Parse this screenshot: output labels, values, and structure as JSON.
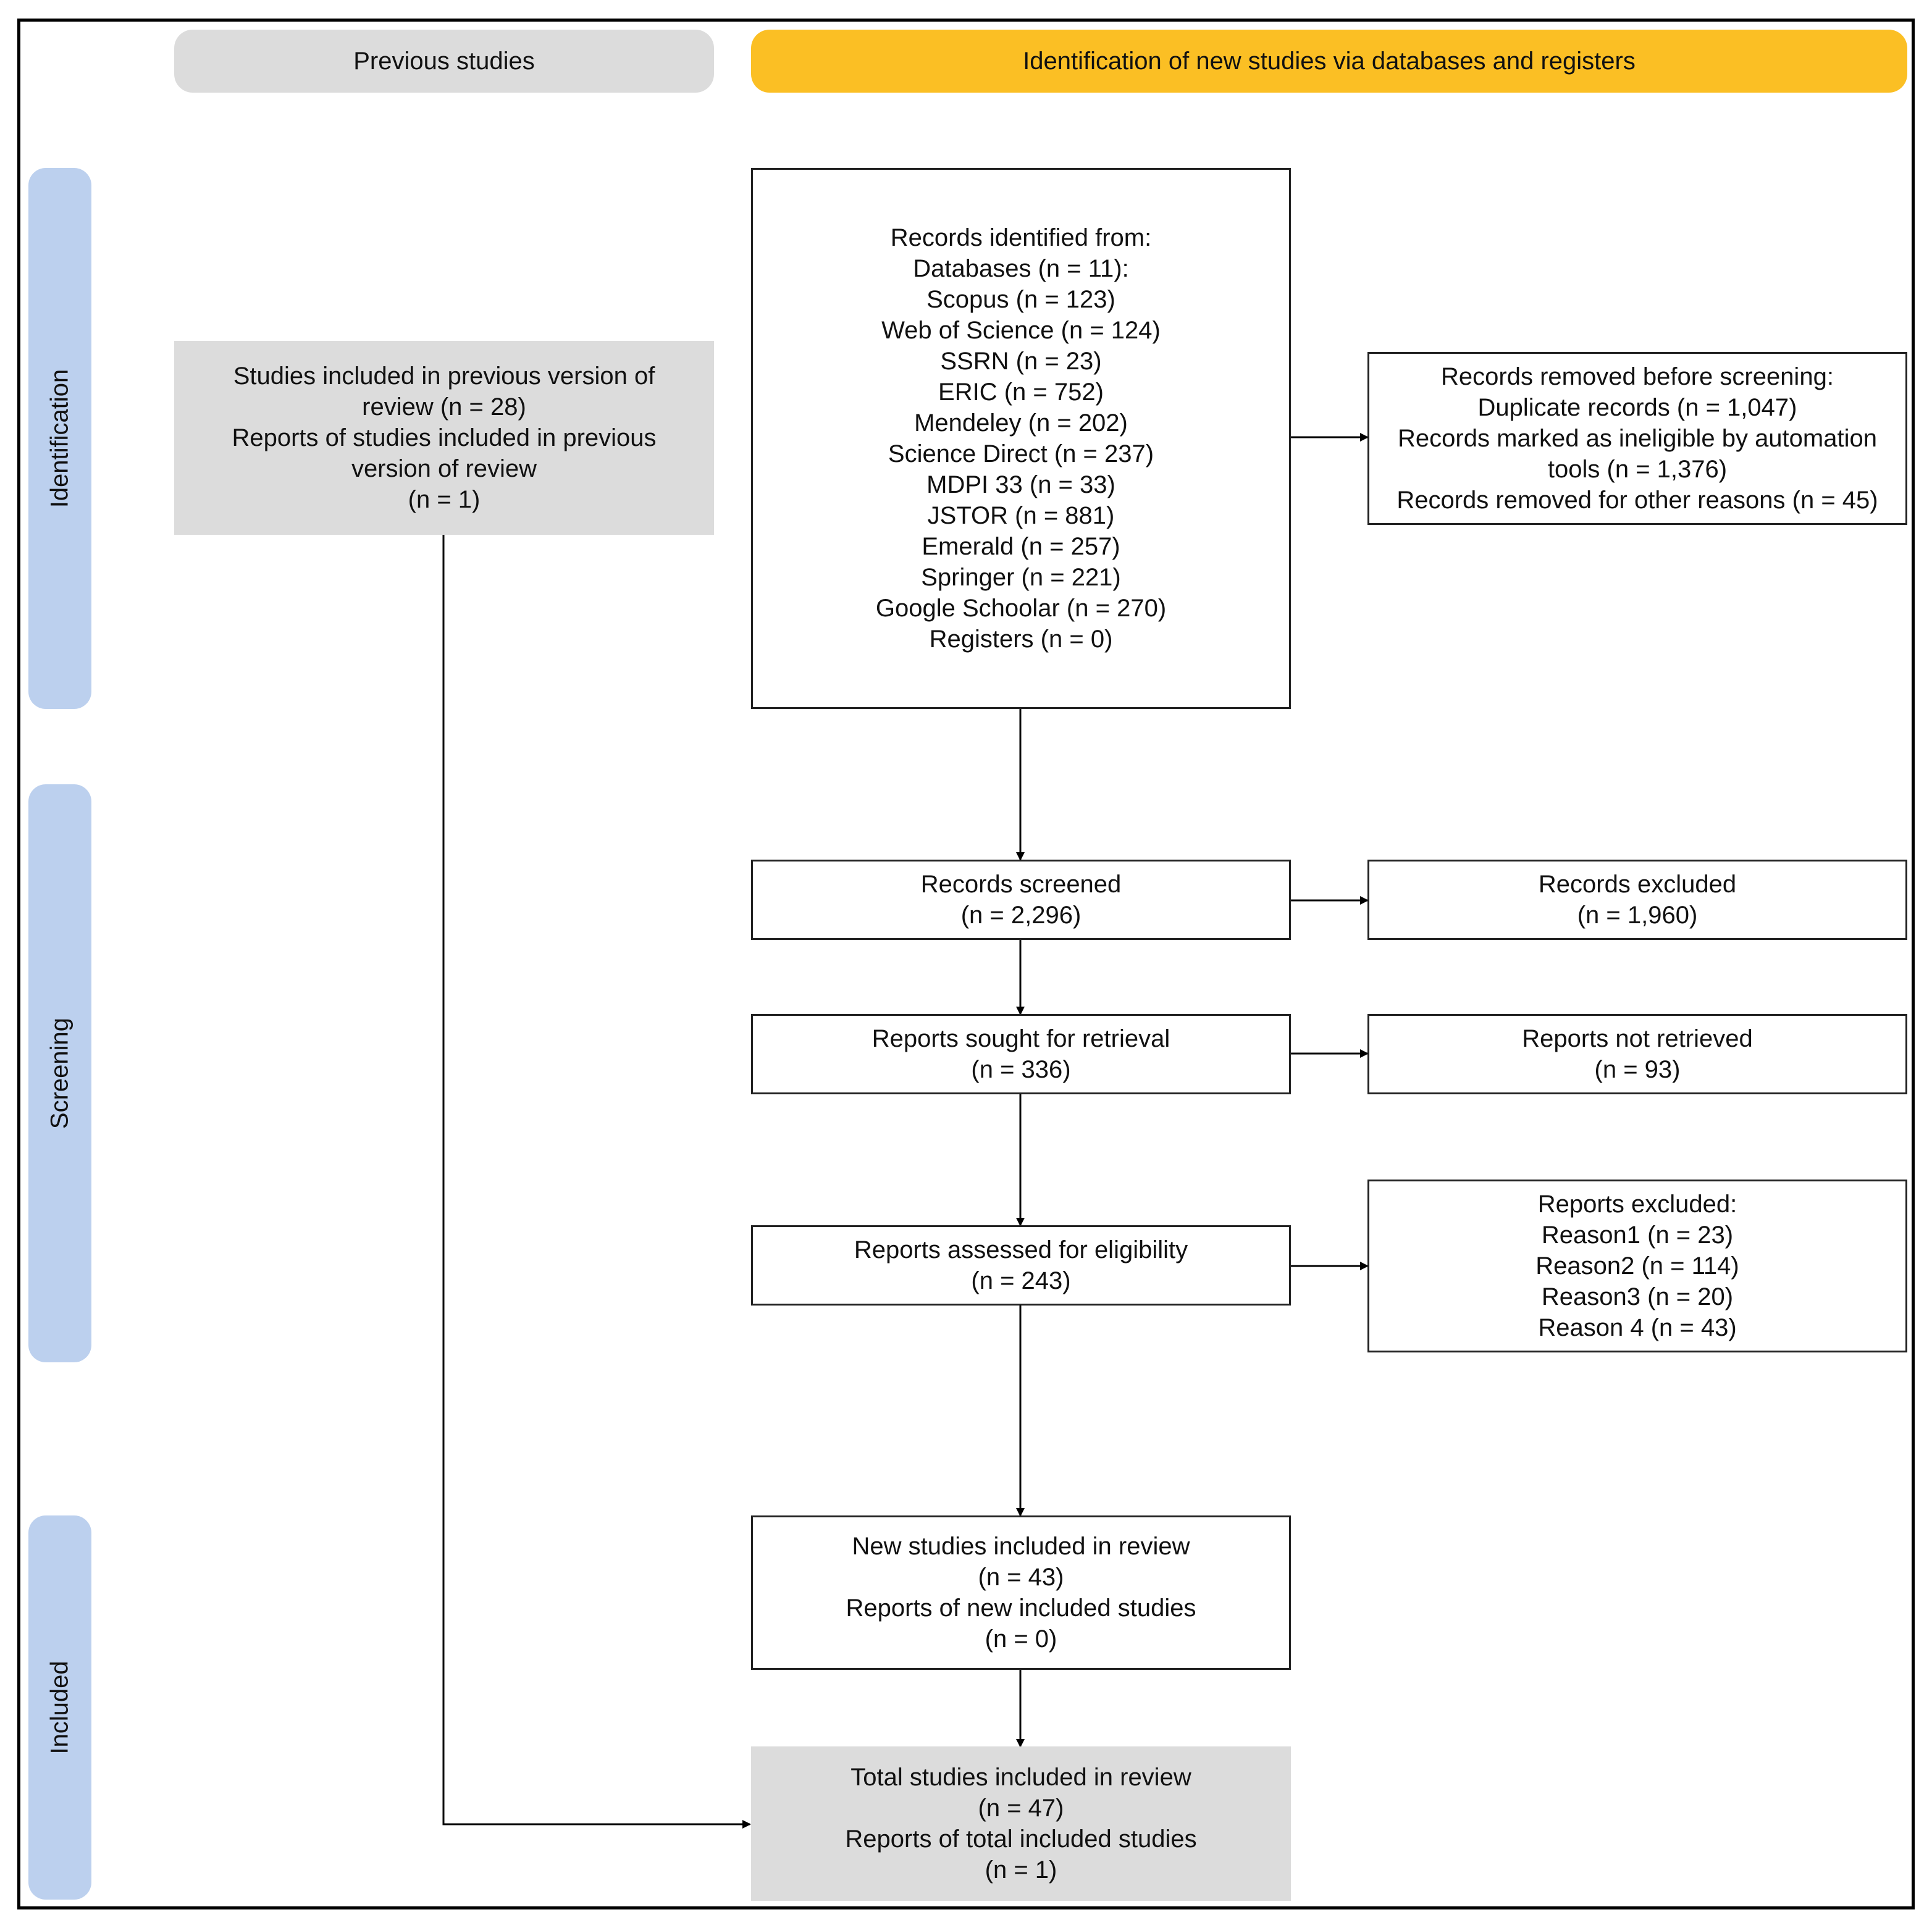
{
  "headers": {
    "previous": "Previous studies",
    "new": "Identification of new studies via databases and registers"
  },
  "phases": {
    "identification": "Identification",
    "screening": "Screening",
    "included": "Included"
  },
  "colors": {
    "header_gray": "#dcdcdc",
    "header_yellow": "#fbbf24",
    "phase_blue": "#bcd0ee",
    "included_gray": "#dcdcdc"
  },
  "boxes": {
    "previous": {
      "lines": [
        "Studies included in previous version of",
        "review (n = 28)",
        "Reports of studies included in previous",
        "version of review",
        "(n = 1)"
      ]
    },
    "identified": {
      "lines": [
        "Records identified from:",
        "Databases (n = 11):",
        "Scopus (n = 123)",
        "Web of Science (n = 124)",
        "SSRN (n = 23)",
        "ERIC (n = 752)",
        "Mendeley (n = 202)",
        "Science Direct (n = 237)",
        "MDPI 33 (n = 33)",
        "JSTOR (n = 881)",
        "Emerald (n = 257)",
        "Springer (n = 221)",
        "Google Schoolar (n = 270)",
        "Registers (n = 0)"
      ]
    },
    "removed": {
      "lines": [
        "Records removed before screening:",
        "Duplicate records (n = 1,047)",
        "Records marked as ineligible by automation",
        "tools (n = 1,376)",
        "Records removed for other reasons (n = 45)"
      ]
    },
    "screened": {
      "lines": [
        "Records screened",
        "(n = 2,296)"
      ]
    },
    "excluded": {
      "lines": [
        "Records excluded",
        "(n = 1,960)"
      ]
    },
    "sought": {
      "lines": [
        "Reports sought for retrieval",
        "(n = 336)"
      ]
    },
    "not_retrieved": {
      "lines": [
        "Reports not retrieved",
        "(n = 93)"
      ]
    },
    "assessed": {
      "lines": [
        "Reports assessed for eligibility",
        "(n = 243)"
      ]
    },
    "reports_excluded": {
      "lines": [
        "Reports excluded:",
        "Reason1 (n = 23)",
        "Reason2 (n = 114)",
        "Reason3 (n = 20)",
        "Reason 4 (n = 43)"
      ]
    },
    "new_included": {
      "lines": [
        "New studies included in review",
        "(n = 43)",
        "Reports of new included studies",
        "(n = 0)"
      ]
    },
    "total": {
      "lines": [
        "Total studies included in review",
        "(n = 47)",
        "Reports of total included studies",
        "(n = 1)"
      ]
    }
  }
}
